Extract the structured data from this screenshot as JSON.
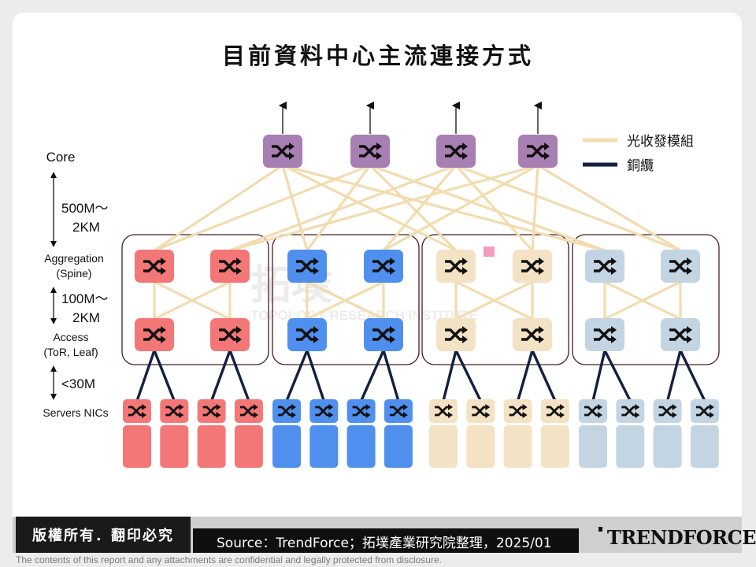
{
  "title": "目前資料中心主流連接方式",
  "legend": [
    {
      "label": "光收發模組",
      "color": "#f2dcae"
    },
    {
      "label": "銅纜",
      "color": "#142042"
    }
  ],
  "layers": {
    "core": "Core",
    "dist_core": "500M～\n2KM",
    "aggregation": "Aggregation\n(Spine)",
    "dist_agg": "100M～\n2KM",
    "access": "Access\n(ToR, Leaf)",
    "dist_access": "<30M",
    "servers": "Servers NICs"
  },
  "pod_colors": {
    "core": "#a77fb2",
    "pod1": "#f47777",
    "pod2": "#4f90ee",
    "pod3": "#f3e2c4",
    "pod4": "#c3d5e3"
  },
  "watermark": {
    "main": "拓墣",
    "sub": "TOPOLOGY RESEARCH INSTITUTE"
  },
  "footer": {
    "copyright": "版權所有．翻印必究",
    "source": "Source：TrendForce；拓墣產業研究院整理，2025/01",
    "logo": "TRENDFORCE",
    "disclaimer": "The contents of this report and any attachments are confidential and legally protected from disclosure."
  }
}
